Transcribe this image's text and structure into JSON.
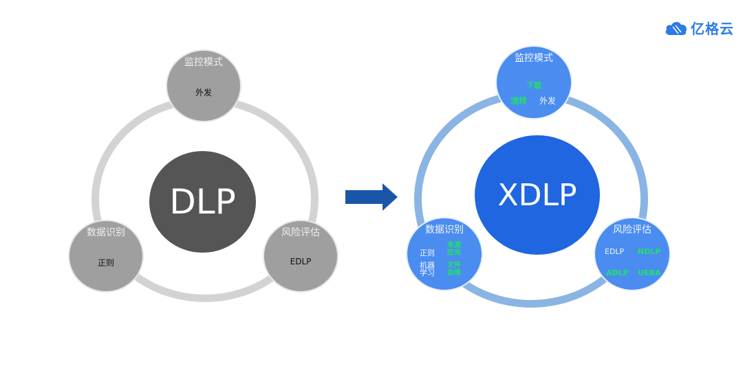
{
  "logo": {
    "icon": "cloud-icon",
    "text": "亿格云",
    "color": "#2d7be6"
  },
  "left_diagram": {
    "core": {
      "label": "DLP",
      "color": "#555555"
    },
    "ring_color": "#d3d3d3",
    "node_color": "#9f9f9f",
    "nodes": {
      "top": {
        "title": "监控模式",
        "items": [
          "外发"
        ]
      },
      "left": {
        "title": "数据识别",
        "items": [
          "正则"
        ]
      },
      "right": {
        "title": "风险评估",
        "items": [
          "EDLP"
        ]
      }
    }
  },
  "arrow": {
    "icon": "arrow-right-icon",
    "color": "#1a56a8"
  },
  "right_diagram": {
    "core": {
      "label": "XDLP",
      "color": "#1f66e0"
    },
    "ring_color": "#8ab4e3",
    "node_color": "#4a8cf0",
    "highlight_color": "#22e06a",
    "nodes": {
      "top": {
        "title": "监控模式",
        "items": [
          {
            "text": "下载",
            "new": true
          },
          {
            "text": "流转",
            "new": true
          },
          {
            "text": "外发",
            "new": false
          }
        ]
      },
      "left": {
        "title": "数据识别",
        "items": [
          {
            "text": "正则",
            "new": false
          },
          {
            "text": "来源应用",
            "new": true
          },
          {
            "text": "机器学习",
            "new": false
          },
          {
            "text": "文件血缘",
            "new": true
          }
        ]
      },
      "right": {
        "title": "风险评估",
        "items": [
          {
            "text": "EDLP",
            "new": false
          },
          {
            "text": "NDLP",
            "new": true
          },
          {
            "text": "ADLP",
            "new": true
          },
          {
            "text": "UEBA",
            "new": true
          }
        ]
      }
    }
  }
}
